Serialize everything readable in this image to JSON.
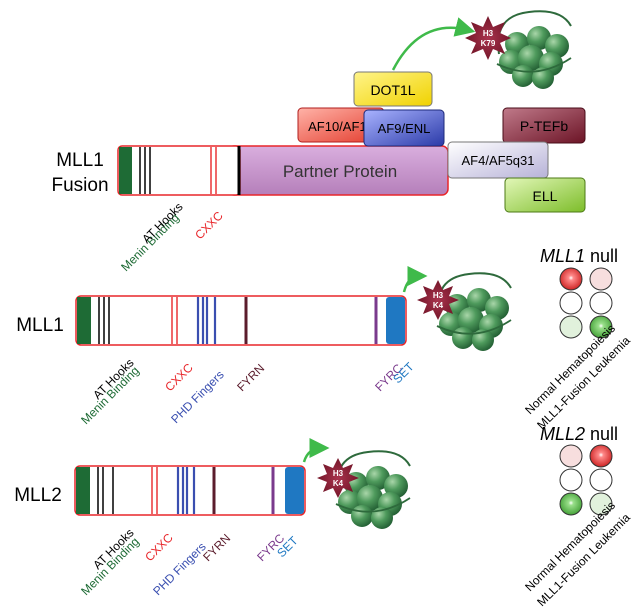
{
  "colors": {
    "red": "#e8262a",
    "menin_green": "#1e6b35",
    "at_black": "#111111",
    "phd_blue": "#3a4fb0",
    "fyrn": "#5b1c2c",
    "fyrc": "#7a3a8c",
    "set_blue": "#1f78c2",
    "partner_purple": "#c08ac4",
    "nucleosome_green": "#3f8a53",
    "star_maroon": "#7a1a2e",
    "arrow_green": "#3fba4a",
    "circle_red": "#d82424",
    "circle_pink": "#f6dada",
    "circle_green": "#4caf3e",
    "circle_lightgreen": "#dcefd6"
  },
  "fusion": {
    "label_line1": "MLL1",
    "label_line2": "Fusion",
    "partner_label": "Partner Protein",
    "menin_label": "Menin Binding",
    "athooks_label": "AT Hooks",
    "cxxc_label": "CXXC",
    "complex": {
      "dot1l": "DOT1L",
      "af10": "AF10/AF17",
      "af9": "AF9/ENL",
      "ptefb": "P-TEFb",
      "af4": "AF4/AF5q31",
      "ell": "ELL"
    },
    "mark_line1": "H3",
    "mark_line2": "K79"
  },
  "mll1": {
    "label": "MLL1",
    "menin_label": "Menin Binding",
    "athooks_label": "AT Hooks",
    "cxxc_label": "CXXC",
    "phd_label": "PHD Fingers",
    "fyrn_label": "FYRN",
    "fyrc_label": "FYRC",
    "set_label": "SET",
    "mark_line1": "H3",
    "mark_line2": "K4"
  },
  "mll2": {
    "label": "MLL2",
    "menin_label": "Menin Binding",
    "athooks_label": "AT Hooks",
    "cxxc_label": "CXXC",
    "phd_label": "PHD Fingers",
    "fyrn_label": "FYRN",
    "fyrc_label": "FYRC",
    "set_label": "SET",
    "mark_line1": "H3",
    "mark_line2": "K4"
  },
  "null_panels": [
    {
      "gene": "MLL1",
      "suffix": " null",
      "col1_label": "Normal Hematopoiesis",
      "col2_label": "MLL1-Fusion Leukemia",
      "col1_states": [
        "red",
        "white",
        "lightgreen"
      ],
      "col2_states": [
        "pink",
        "white",
        "green"
      ]
    },
    {
      "gene": "MLL2",
      "suffix": " null",
      "col1_label": "Normal Hematopoiesis",
      "col2_label": "MLL1-Fusion Leukemia",
      "col1_states": [
        "pink",
        "white",
        "green"
      ],
      "col2_states": [
        "red",
        "white",
        "lightgreen"
      ]
    }
  ]
}
